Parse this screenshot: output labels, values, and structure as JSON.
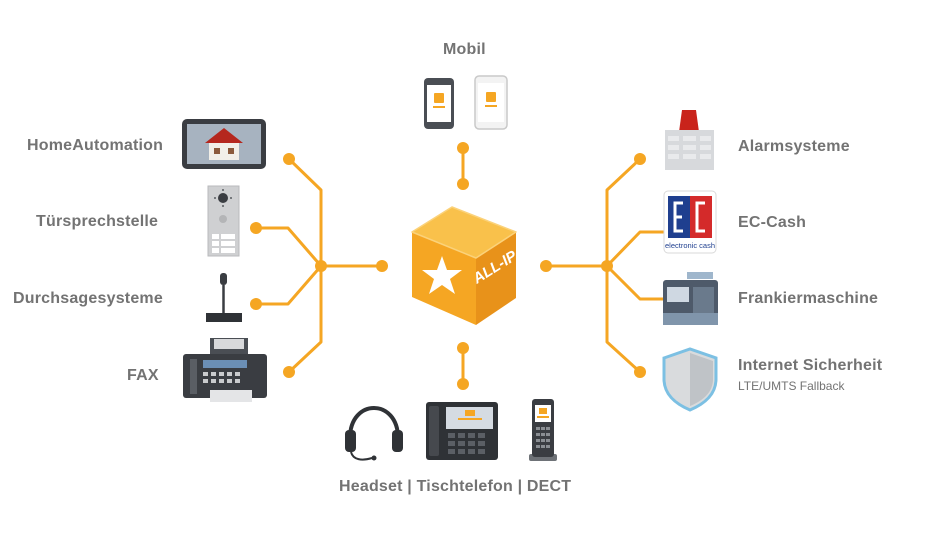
{
  "center": {
    "label": "ALL-IP",
    "icon": "star-cube-icon"
  },
  "colors": {
    "line": "#f5a623",
    "cube_top": "#f9c14b",
    "cube_left": "#f5a623",
    "cube_right": "#e89512",
    "text": "#737373"
  },
  "top": {
    "label": "Mobil",
    "icon": "smartphone-icon"
  },
  "left": [
    {
      "label": "HomeAutomation",
      "icon": "tablet-house-icon"
    },
    {
      "label": "Türsprechstelle",
      "icon": "door-intercom-icon"
    },
    {
      "label": "Durchsagesysteme",
      "icon": "microphone-icon"
    },
    {
      "label": "FAX",
      "icon": "fax-icon"
    }
  ],
  "right": [
    {
      "label": "Alarmsysteme",
      "icon": "alarm-icon"
    },
    {
      "label": "EC-Cash",
      "icon": "ec-card-icon",
      "card_text": "electronic cash"
    },
    {
      "label": "Frankiermaschine",
      "icon": "franking-machine-icon"
    },
    {
      "label": "Internet Sicherheit",
      "sub": "LTE/UMTS Fallback",
      "icon": "shield-icon"
    }
  ],
  "bottom": {
    "label": "Headset | Tischtelefon | DECT",
    "icons": [
      "headset-icon",
      "desk-phone-icon",
      "dect-phone-icon"
    ]
  }
}
